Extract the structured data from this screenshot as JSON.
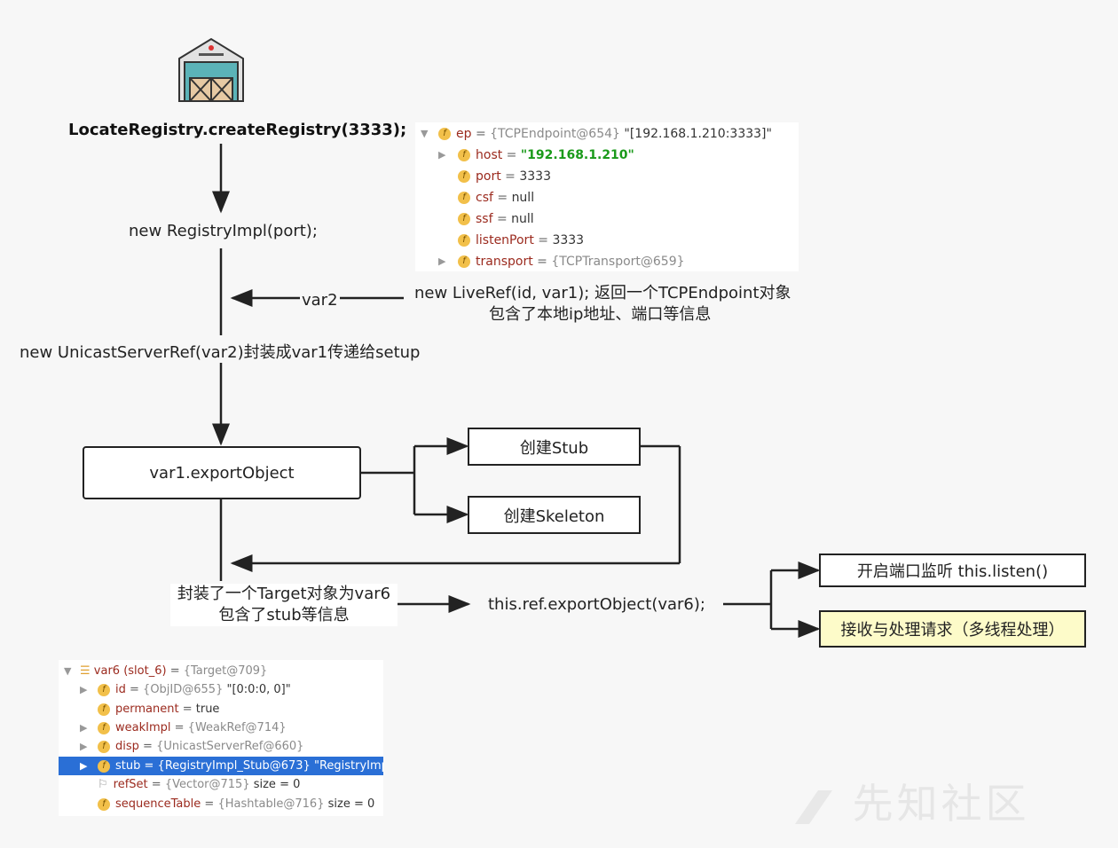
{
  "steps": {
    "create_registry": "LocateRegistry.createRegistry(3333);",
    "new_registry_impl": "new RegistryImpl(port);",
    "var2_label": "var2",
    "liveref_line1": "new LiveRef(id, var1); 返回一个TCPEndpoint对象",
    "liveref_line2": "包含了本地ip地址、端口等信息",
    "unicast": "new UnicastServerRef(var2)封装成var1传递给setup",
    "export_object": "var1.exportObject",
    "create_stub": "创建Stub",
    "create_skeleton": "创建Skeleton",
    "target_line1": "封装了一个Target对象为var6",
    "target_line2": "包含了stub等信息",
    "ref_export": "this.ref.exportObject(var6);",
    "listen": "开启端口监听 this.listen()",
    "handle": "接收与处理请求（多线程处理）"
  },
  "debug_ep": {
    "rows": [
      {
        "name": "ep",
        "rest": " = ",
        "type": "{TCPEndpoint@654}",
        "value": " \"[192.168.1.210:3333]\""
      },
      {
        "name": "host",
        "rest": " = ",
        "type": "",
        "value": "\"192.168.1.210\""
      },
      {
        "name": "port",
        "rest": " = ",
        "type": "",
        "value": "3333"
      },
      {
        "name": "csf",
        "rest": " = ",
        "type": "",
        "value": "null"
      },
      {
        "name": "ssf",
        "rest": " = ",
        "type": "",
        "value": "null"
      },
      {
        "name": "listenPort",
        "rest": " = ",
        "type": "",
        "value": "3333"
      },
      {
        "name": "transport",
        "rest": " = ",
        "type": "{TCPTransport@659}",
        "value": ""
      }
    ]
  },
  "debug_var6": {
    "rows": [
      {
        "name": "var6 (slot_6)",
        "rest": " = ",
        "type": "{Target@709}",
        "value": ""
      },
      {
        "name": "id",
        "rest": " = ",
        "type": "{ObjID@655}",
        "value": " \"[0:0:0, 0]\""
      },
      {
        "name": "permanent",
        "rest": " = ",
        "type": "",
        "value": "true"
      },
      {
        "name": "weakImpl",
        "rest": " = ",
        "type": "{WeakRef@714}",
        "value": ""
      },
      {
        "name": "disp",
        "rest": " = ",
        "type": "{UnicastServerRef@660}",
        "value": ""
      },
      {
        "name": "stub",
        "rest": " = ",
        "type": "{RegistryImpl_Stub@673}",
        "value": " \"RegistryImp"
      },
      {
        "name": "refSet",
        "rest": " = ",
        "type": "{Vector@715}",
        "value": "  size = 0"
      },
      {
        "name": "sequenceTable",
        "rest": " = ",
        "type": "{Hashtable@716}",
        "value": "  size = 0"
      }
    ]
  },
  "watermark": "先知社区"
}
